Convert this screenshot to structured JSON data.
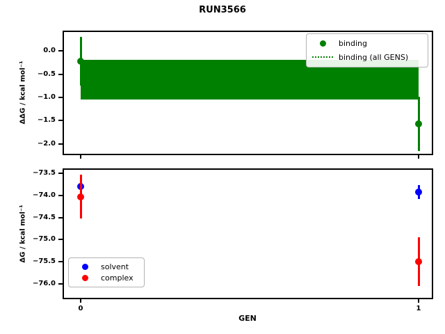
{
  "title": "RUN3566",
  "colors": {
    "binding_green": "#008000",
    "solvent_blue": "#0000ff",
    "complex_red": "#ff0000",
    "axis_black": "#000000",
    "legend_border": "#b3b3b3"
  },
  "xaxis": {
    "label": "GEN",
    "xlim": [
      -0.0535,
      1.0432
    ],
    "ticks": [
      0,
      1
    ],
    "tick_labels": [
      "0",
      "1"
    ]
  },
  "chart_data": [
    {
      "type": "scatter",
      "subplot": "top",
      "title": "RUN3566",
      "xlabel": "GEN",
      "ylabel": "ΔΔG / kcal mol⁻¹",
      "ylim": [
        -2.24,
        0.435
      ],
      "yticks": [
        0.0,
        -0.5,
        -1.0,
        -1.5,
        -2.0
      ],
      "ytick_labels": [
        "0.0",
        "−0.5",
        "−1.0",
        "−1.5",
        "−2.0"
      ],
      "grid": false,
      "series": [
        {
          "name": "binding",
          "color": "#008000",
          "marker": "circle",
          "x": [
            0,
            1
          ],
          "y": [
            -0.22,
            -1.57
          ],
          "yerr": [
            0.52,
            0.58
          ]
        }
      ],
      "band": {
        "name": "binding (all GENS)",
        "color": "#008000",
        "x_range": [
          0,
          1
        ],
        "center": -0.63,
        "y_top": -0.2,
        "y_bottom": -1.05,
        "note": "dotted mean line hidden beneath opaque error band"
      },
      "legend": {
        "position": "upper right",
        "entries": [
          {
            "label": "binding",
            "marker": "circle",
            "color": "#008000"
          },
          {
            "label": "binding (all GENS)",
            "marker": "dotted-line",
            "color": "#008000"
          }
        ]
      }
    },
    {
      "type": "scatter",
      "subplot": "bottom",
      "xlabel": "GEN",
      "ylabel": "ΔG / kcal mol⁻¹",
      "ylim": [
        -76.35,
        -73.39
      ],
      "yticks": [
        -73.5,
        -74.0,
        -74.5,
        -75.0,
        -75.5,
        -76.0
      ],
      "ytick_labels": [
        "−73.5",
        "−74.0",
        "−74.5",
        "−75.0",
        "−75.5",
        "−76.0"
      ],
      "grid": false,
      "series": [
        {
          "name": "solvent",
          "color": "#0000ff",
          "marker": "circle",
          "x": [
            0,
            1
          ],
          "y": [
            -73.8,
            -73.93
          ],
          "yerr": [
            0.25,
            0.16
          ]
        },
        {
          "name": "complex",
          "color": "#ff0000",
          "marker": "circle",
          "x": [
            0,
            1
          ],
          "y": [
            -74.03,
            -75.5
          ],
          "yerr": [
            0.5,
            0.55
          ]
        }
      ],
      "legend": {
        "position": "lower left",
        "entries": [
          {
            "label": "solvent",
            "marker": "circle",
            "color": "#0000ff"
          },
          {
            "label": "complex",
            "marker": "circle",
            "color": "#ff0000"
          }
        ]
      }
    }
  ]
}
